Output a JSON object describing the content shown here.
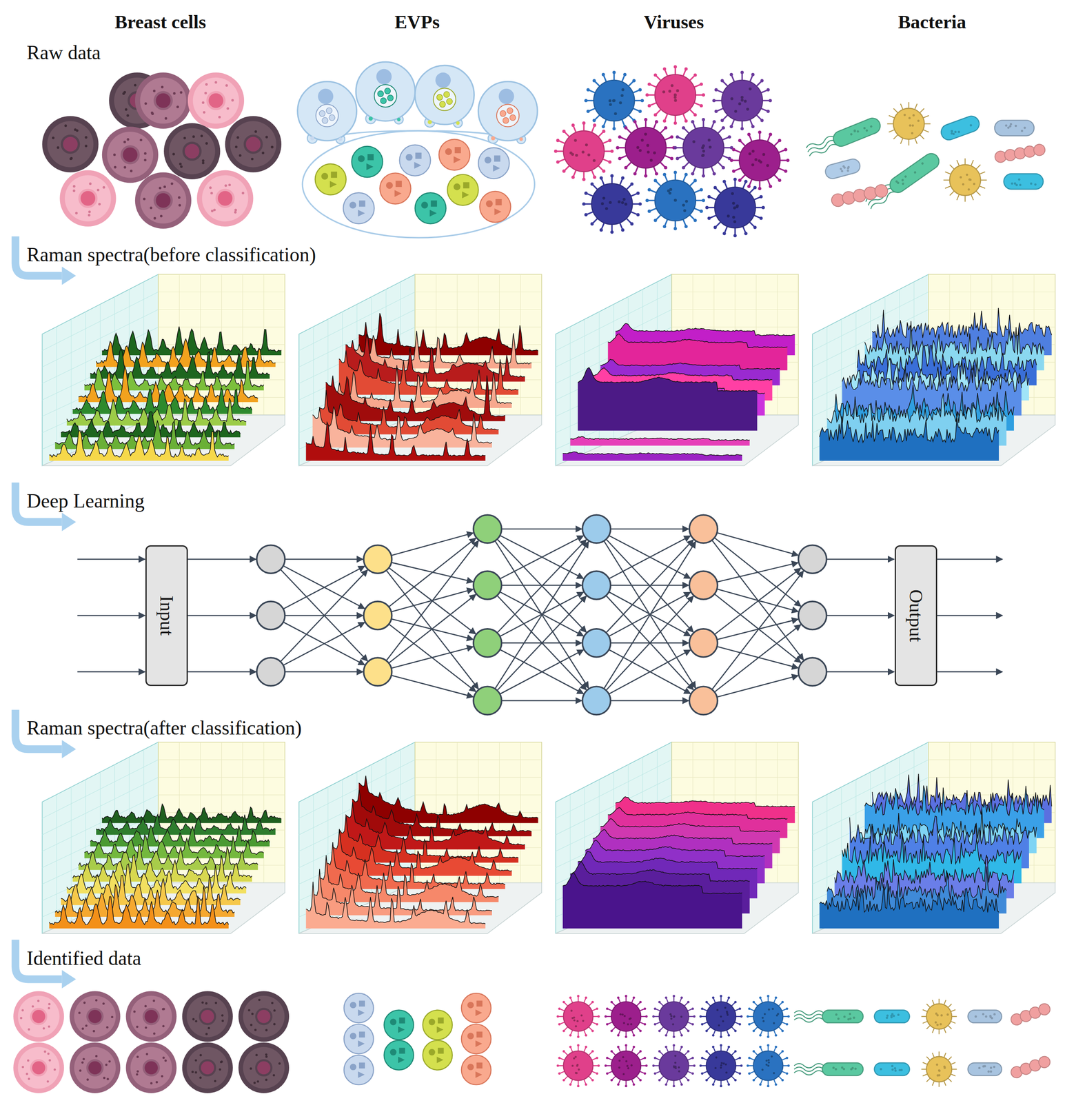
{
  "diagram": {
    "nodes": [
      {
        "text": [
          "Input"
        ]
      },
      {
        "text": [
          "Output"
        ]
      }
    ],
    "labels": [
      "Breast cells",
      "EVPs",
      "Viruses",
      "Bacteria",
      "Raw data",
      "Raman spectra(before classification)",
      "Deep Learning",
      "Raman spectra(after classification)",
      "Identified data"
    ]
  }
}
